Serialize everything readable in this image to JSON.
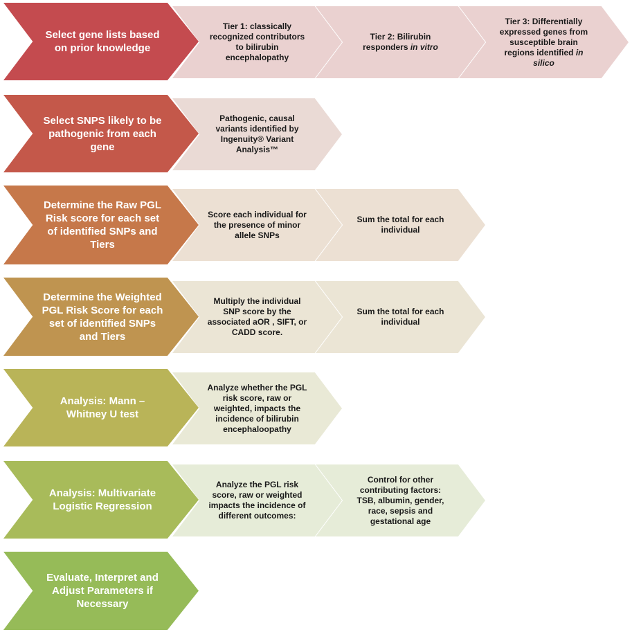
{
  "rows": [
    {
      "main": "Select gene lists based on prior knowledge",
      "main_color": "#c44b4f",
      "sub_color": "#ead1d0",
      "steps": [
        "Tier 1: classically recognized contributors to bilirubin encephalopathy",
        "Tier 2: Bilirubin responders in vitro",
        "Tier 3: Differentially expressed genes from susceptible brain regions identified in silico"
      ]
    },
    {
      "main": "Select SNPS likely to be pathogenic from each gene",
      "main_color": "#c4584a",
      "sub_color": "#eadad5",
      "steps": [
        "Pathogenic, causal variants identified by Ingenuity® Variant Analysis™"
      ]
    },
    {
      "main": "Determine the Raw PGL Risk score for each set of identified SNPs and Tiers",
      "main_color": "#c6784a",
      "sub_color": "#ece0d3",
      "steps": [
        "Score each individual for the presence of minor allele SNPs",
        "Sum the total for each individual"
      ]
    },
    {
      "main": "Determine the Weighted PGL Risk Score for each set of identified SNPs and Tiers",
      "main_color": "#bf9450",
      "sub_color": "#ebe5d5",
      "steps": [
        "Multiply the individual SNP score by the associated aOR , SIFT, or CADD score.",
        "Sum the total for each individual"
      ]
    },
    {
      "main": "Analysis: Mann – Whitney U test",
      "main_color": "#b9b458",
      "sub_color": "#e9e9d6",
      "steps": [
        "Analyze whether the PGL risk score, raw or weighted, impacts the incidence of bilirubin encephaloopathy"
      ]
    },
    {
      "main": "Analysis: Multivariate Logistic Regression",
      "main_color": "#a8bb5a",
      "sub_color": "#e6ecd8",
      "steps": [
        "Analyze the PGL risk score, raw or weighted impacts the incidence of different outcomes:",
        "Control for other contributing factors: TSB, albumin, gender, race, sepsis and gestational age"
      ]
    },
    {
      "main": "Evaluate, Interpret and Adjust Parameters if Necessary",
      "main_color": "#96bb58",
      "sub_color": "#e4ecd6",
      "steps": []
    }
  ]
}
